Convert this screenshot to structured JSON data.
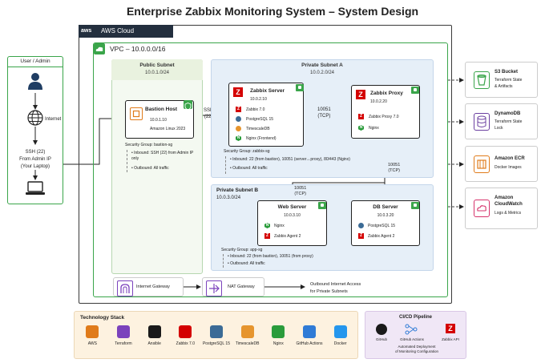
{
  "title": "Enterprise Zabbix Monitoring System – System Design",
  "aws_cloud": {
    "label": "AWS Cloud",
    "logo": "aws"
  },
  "vpc": {
    "label": "VPC – 10.0.0.0/16"
  },
  "external": {
    "user_label": "User / Admin",
    "internet_label": "Internet",
    "ssh_line1": "SSH (22)",
    "ssh_line2": "From Admin IP",
    "ssh_line3": "(Your Laptop)"
  },
  "public_subnet": {
    "title": "Public Subnet",
    "cidr": "10.0.1.0/24",
    "bastion": {
      "name": "Bastion Host",
      "ip": "10.0.1.10",
      "os": "Amazon Linux 2023"
    },
    "sg_title": "Security Group: bastion-sg",
    "sg_in": "Inbound: SSH (22) from Admin IP only",
    "sg_out": "Outbound: All traffic"
  },
  "ssh_link": {
    "line1": "SSH",
    "line2": "(22)"
  },
  "private_a": {
    "title": "Private Subnet A",
    "cidr": "10.0.2.0/24",
    "zabbix_server": {
      "name": "Zabbix Server",
      "ip": "10.0.2.10",
      "items": [
        "Zabbix 7.0",
        "PostgreSQL 15",
        "TimescaleDB",
        "Nginx (Frontend)"
      ]
    },
    "zabbix_proxy": {
      "name": "Zabbix Proxy",
      "ip": "10.0.2.20",
      "items": [
        "Zabbix Proxy 7.0",
        "Nginx"
      ]
    },
    "link": {
      "line1": "10051",
      "line2": "(TCP)"
    },
    "sg_title": "Security Group: zabbix-sg",
    "sg_in": "Inbound: 22 (from bastion), 10051 (server↔proxy), 80/443 (Nginx)",
    "sg_out": "Outbound: All traffic"
  },
  "private_b": {
    "title": "Private Subnet B",
    "cidr": "10.0.3.0/24",
    "web_server": {
      "name": "Web Server",
      "ip": "10.0.3.10",
      "items": [
        "Nginx",
        "Zabbix Agent 2"
      ]
    },
    "db_server": {
      "name": "DB Server",
      "ip": "10.0.3.20",
      "items": [
        "PostgreSQL 15",
        "Zabbix Agent 2"
      ]
    },
    "sg_title": "Security Group: app-sg",
    "sg_in": "Inbound: 22 (from bastion), 10051 (from proxy)",
    "sg_out": "Outbound: All traffic"
  },
  "links": {
    "web": {
      "line1": "10051",
      "line2": "(TCP)"
    },
    "db": {
      "line1": "10051",
      "line2": "(TCP)"
    }
  },
  "gateways": {
    "igw": "Internet Gateway",
    "nat": "NAT Gateway",
    "outbound_line1": "Outbound Internet Access",
    "outbound_line2": "for Private Subnets"
  },
  "side_services": [
    {
      "name": "S3 Bucket",
      "desc1": "Terraform State",
      "desc2": "& Artifacts",
      "icon": "s3-bucket-icon",
      "color": "#3aa54a"
    },
    {
      "name": "DynamoDB",
      "desc1": "Terraform State",
      "desc2": "Lock",
      "icon": "dynamodb-icon",
      "color": "#6b3fa0"
    },
    {
      "name": "Amazon ECR",
      "desc1": "Docker Images",
      "desc2": "",
      "icon": "ecr-icon",
      "color": "#e07b1a"
    },
    {
      "name": "Amazon",
      "desc1": "CloudWatch",
      "desc2": "Logs & Metrics",
      "icon": "cloudwatch-icon",
      "color": "#d6336c"
    }
  ],
  "tech_stack": {
    "title": "Technology Stack",
    "items": [
      {
        "label": "AWS",
        "color": "#e07b1a"
      },
      {
        "label": "Terraform",
        "color": "#7b42bc"
      },
      {
        "label": "Ansible",
        "color": "#1a1a1a"
      },
      {
        "label": "Zabbix 7.0",
        "color": "#d40000"
      },
      {
        "label": "PostgreSQL 15",
        "color": "#3b6b96"
      },
      {
        "label": "TimescaleDB",
        "color": "#e6952e"
      },
      {
        "label": "Nginx",
        "color": "#2a9c3b"
      },
      {
        "label": "GitHub Actions",
        "color": "#2f7bd6"
      },
      {
        "label": "Docker",
        "color": "#2496ed"
      }
    ]
  },
  "cicd": {
    "title": "CI/CD Pipeline",
    "github": "GitHub",
    "actions": "GitHub Actions",
    "zabbix_api": "Zabbix API",
    "caption1": "Automated Deployment",
    "caption2": "of Monitoring Configuration"
  }
}
